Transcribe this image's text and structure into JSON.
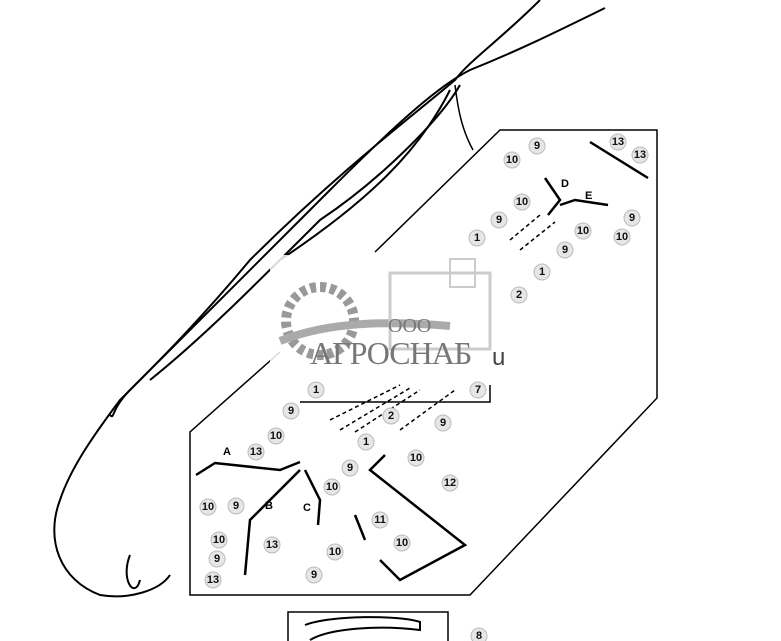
{
  "diagram": {
    "callouts_top": [
      "9",
      "13",
      "10",
      "13",
      "10",
      "9",
      "9",
      "10",
      "10",
      "1",
      "9",
      "1",
      "2"
    ],
    "letters_top": [
      "D",
      "E"
    ],
    "callouts_bottom": [
      "1",
      "7",
      "2",
      "9",
      "9",
      "10",
      "1",
      "13",
      "9",
      "10",
      "10",
      "12",
      "10",
      "9",
      "11",
      "10",
      "13",
      "10",
      "10",
      "9",
      "9",
      "13",
      "8"
    ],
    "letters_bottom": [
      "A",
      "B",
      "C"
    ]
  },
  "watermark": {
    "prefix": "ООО",
    "name": "АГРОСНАБ",
    "suffix": "u"
  }
}
